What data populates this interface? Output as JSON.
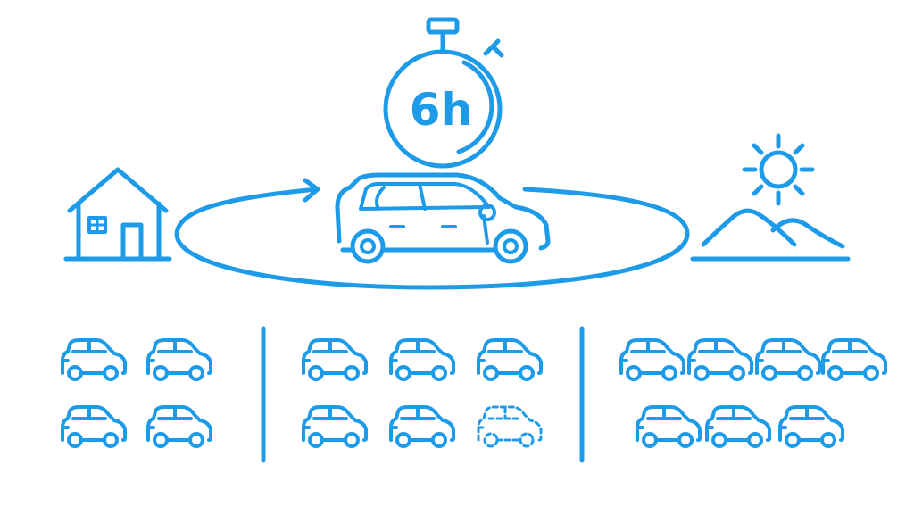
{
  "timer": {
    "label": "6h"
  },
  "colors": {
    "accent": "#1e9be8",
    "background": "#ffffff"
  },
  "icons": {
    "timer": "stopwatch-icon",
    "home": "house-icon",
    "destination": "sun-mountains-icon",
    "vehicle": "car-icon",
    "loop": "round-trip-arrow-icon"
  },
  "groups": [
    {
      "solid_cars": 4,
      "dashed_cars": 0
    },
    {
      "solid_cars": 5,
      "dashed_cars": 1
    },
    {
      "solid_cars": 7,
      "dashed_cars": 0
    }
  ]
}
